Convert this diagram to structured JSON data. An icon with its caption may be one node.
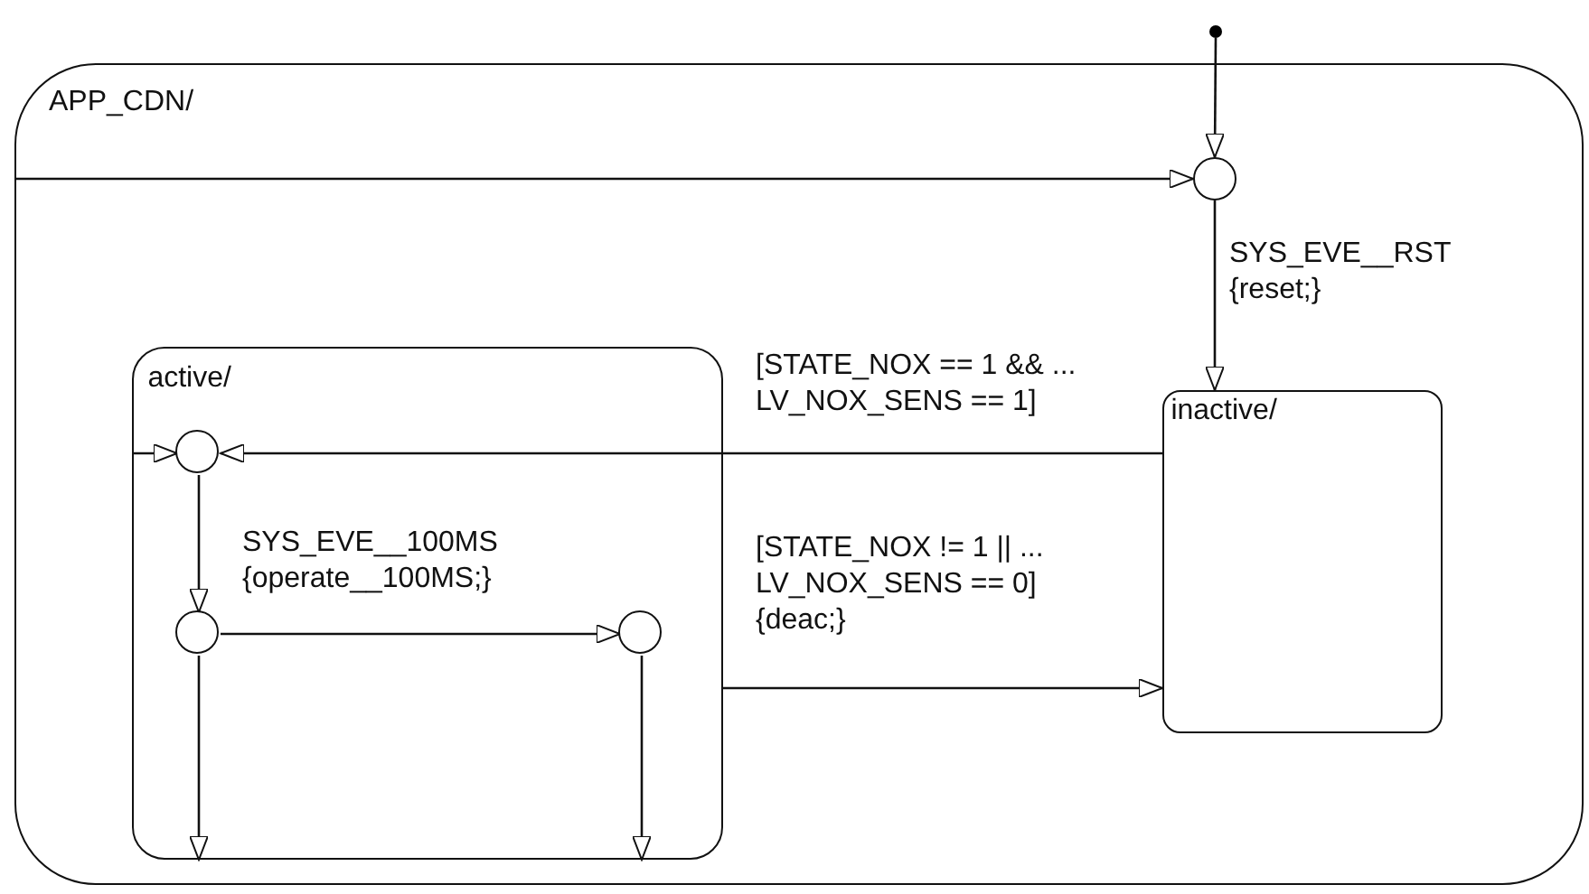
{
  "diagram": {
    "nodes": [
      {
        "text": [
          "APP_CDN/"
        ]
      },
      {
        "text": [],
        "shape": "dot"
      },
      {
        "text": [],
        "shape": "circle",
        "in": 0
      },
      {
        "text": [
          "active/"
        ],
        "in": 0
      },
      {
        "text": [],
        "shape": "circle",
        "in": 3
      },
      {
        "text": [],
        "shape": "circle",
        "in": 3
      },
      {
        "text": [],
        "shape": "circle",
        "in": 3
      },
      {
        "text": [
          "inactive/"
        ],
        "in": 0
      }
    ],
    "edges": [
      {
        "from": 1,
        "to": 2,
        "arrow": "to"
      },
      {
        "from": 0,
        "to": 2,
        "arrow": "to"
      },
      {
        "from": 2,
        "to": 7,
        "arrow": "to",
        "label": "SYS_EVE__RST {reset;}"
      },
      {
        "from": 7,
        "to": 4,
        "arrow": "to",
        "label": "[STATE_NOX == 1 && ... LV_NOX_SENS == 1]"
      },
      {
        "from": 3,
        "to": 4,
        "arrow": "to"
      },
      {
        "from": 4,
        "to": 5,
        "arrow": "to"
      },
      {
        "from": 5,
        "to": 6,
        "arrow": "to",
        "label": "SYS_EVE__100MS {operate__100MS;}"
      },
      {
        "from": 5,
        "to": 3,
        "arrow": "to"
      },
      {
        "from": 6,
        "to": 3,
        "arrow": "to"
      },
      {
        "from": 3,
        "to": 7,
        "arrow": "to",
        "label": "[STATE_NOX != 1 || ... LV_NOX_SENS == 0] {deac;}"
      }
    ]
  }
}
